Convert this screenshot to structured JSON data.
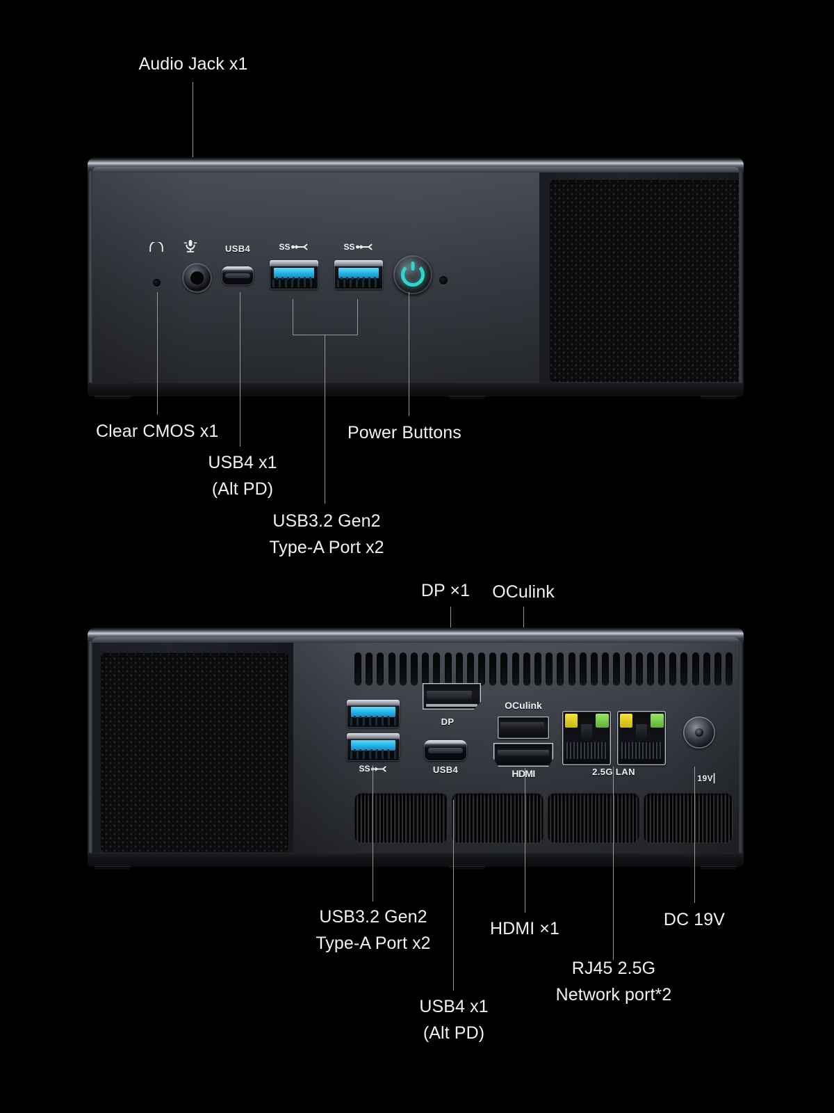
{
  "diagram": {
    "title": "Mini PC front and rear I/O port callout diagram",
    "background": "#000000",
    "accent_cyan": "#2fd6cb",
    "usb_blue": "#25b3e6",
    "label_color": "#f2f2f2"
  },
  "front": {
    "callouts": {
      "audio_jack": "Audio Jack x1",
      "clear_cmos": "Clear CMOS x1",
      "usb4_line1": "USB4 x1",
      "usb4_line2": "(Alt PD)",
      "usb32_line1": "USB3.2 Gen2",
      "usb32_line2": "Type-A Port x2",
      "power_buttons": "Power Buttons"
    },
    "port_labels": {
      "headphone": "headphone-icon",
      "mic": "microphone-icon",
      "usb4": "USB4",
      "usb_a_1": "SS",
      "usb_a_2": "SS"
    }
  },
  "rear": {
    "callouts": {
      "dp": "DP ×1",
      "oculink": "OCulink",
      "usb32_line1": "USB3.2 Gen2",
      "usb32_line2": "Type-A Port x2",
      "usb4_line1": "USB4 x1",
      "usb4_line2": "(Alt PD)",
      "hdmi": "HDMI ×1",
      "rj45_line1": "RJ45 2.5G",
      "rj45_line2": "Network port*2",
      "dc": "DC 19V"
    },
    "port_labels": {
      "usb_a": "SS",
      "usb4": "USB4",
      "dp": "DP",
      "oculink": "OCulink",
      "hdmi": "HDMI",
      "lan": "2.5G LAN",
      "dc": "19V"
    }
  }
}
